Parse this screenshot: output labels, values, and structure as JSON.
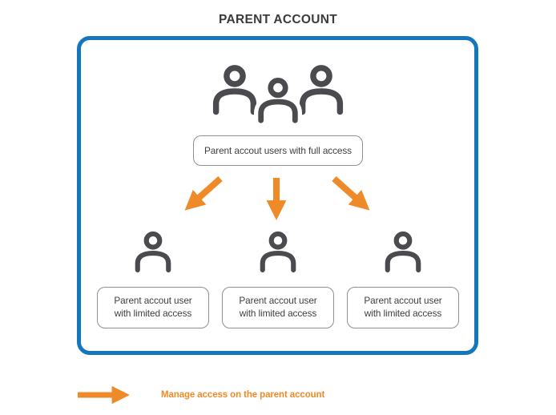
{
  "title": "PARENT ACCOUNT",
  "colors": {
    "container_border_blue": "#1477bd",
    "arrow_orange": "#ee8a28",
    "icon_gray": "#4a4a4f",
    "box_border_gray": "#8f8f94",
    "text_dark": "#404045"
  },
  "diagram": {
    "full_access_label": "Parent accout users with full access",
    "limited_nodes": [
      "Parent accout user with limited access",
      "Parent accout user with limited access",
      "Parent accout user with limited access"
    ]
  },
  "legend": {
    "label": "Manage access on the parent account"
  }
}
